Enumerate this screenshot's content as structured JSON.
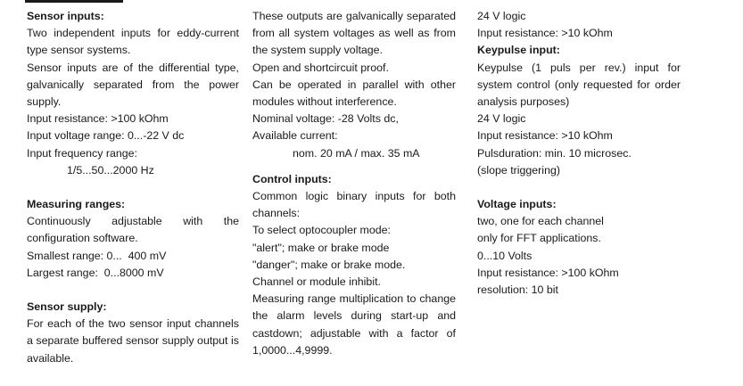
{
  "col1": {
    "sensor_inputs": {
      "heading": "Sensor inputs:",
      "lines": [
        "Two independent inputs for eddy-current type sensor systems.",
        "Sensor inputs are of the differential type, galvanically separated from the power supply.",
        "Input resistance: >100 kOhm",
        "Input voltage range: 0...-22 V dc",
        "Input frequency range:",
        "1/5...50...2000 Hz"
      ]
    },
    "measuring_ranges": {
      "heading": "Measuring ranges:",
      "lines": [
        "Continuously adjustable with the configuration software.",
        "Smallest range: 0...  400 mV",
        "Largest range:  0...8000 mV"
      ]
    },
    "sensor_supply": {
      "heading": "Sensor supply:",
      "lines": [
        "For each of the two sensor input channels a separate buffered sensor supply output is available."
      ]
    }
  },
  "col2": {
    "outputs": {
      "lines": [
        "These outputs are galvanically separated from all system voltages as well as from the system supply voltage.",
        "Open and shortcircuit proof.",
        "Can be operated in parallel with other modules without interference.",
        "Nominal voltage: -28 Volts dc,",
        "Available current:",
        "nom. 20 mA / max. 35 mA"
      ]
    },
    "control_inputs": {
      "heading": "Control inputs:",
      "lines": [
        "Common logic binary inputs for both channels:",
        "To select optocoupler mode:",
        "\"alert\"; make or brake mode",
        "\"danger\"; make or brake mode.",
        "Channel or module inhibit.",
        "Measuring range multiplication to change the alarm levels during start-up and castdown; adjustable with a factor of 1,0000...4,9999."
      ]
    }
  },
  "col3": {
    "logic": {
      "lines": [
        "24 V logic",
        "Input resistance: >10 kOhm"
      ]
    },
    "keypulse_input": {
      "heading": "Keypulse input:",
      "lines": [
        "Keypulse (1 puls per rev.) input for system control (only requested for order analysis purposes)",
        "24 V logic",
        "Input resistance: >10 kOhm",
        "Pulsduration: min. 10 microsec.",
        "(slope triggering)"
      ]
    },
    "voltage_inputs": {
      "heading": "Voltage inputs:",
      "lines": [
        "two, one for each channel",
        "only for FFT applications.",
        "0...10 Volts",
        "Input resistance: >100 kOhm",
        "resolution: 10 bit"
      ]
    }
  }
}
